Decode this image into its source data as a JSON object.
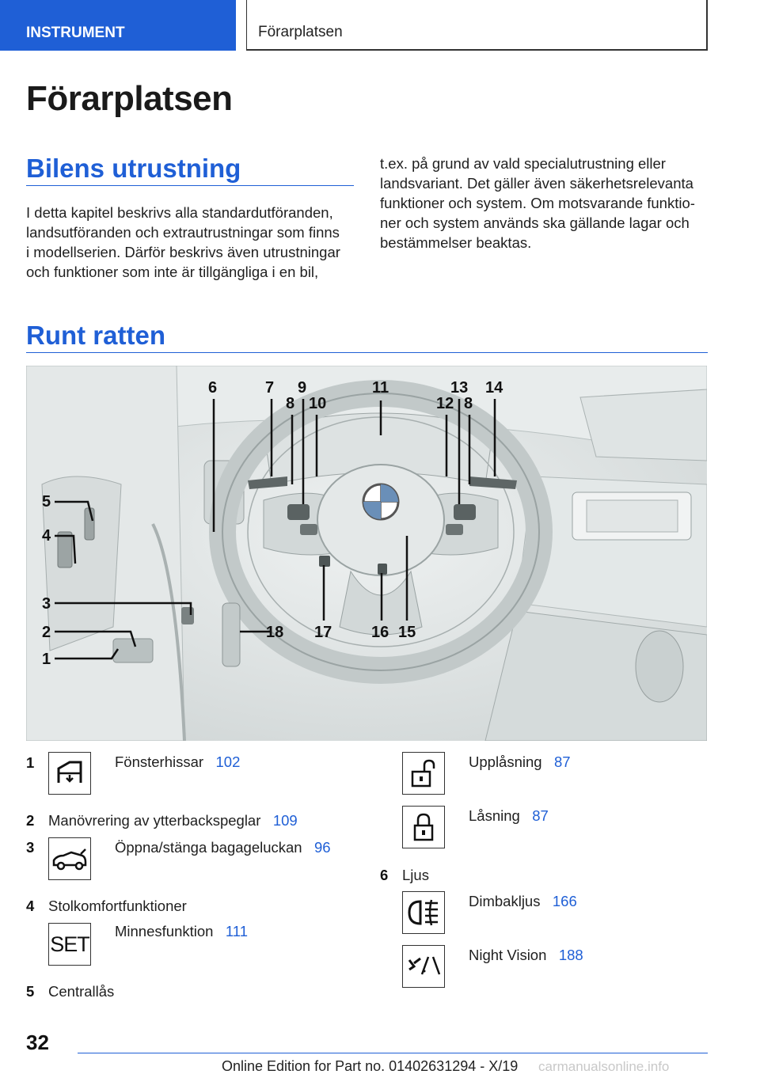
{
  "header": {
    "section": "INSTRUMENT",
    "title": "Förarplatsen"
  },
  "page_title": "Förarplatsen",
  "section1": {
    "heading": "Bilens utrustning",
    "col1_lines": [
      "I detta kapitel beskrivs alla standardutföranden,",
      "landsutföranden och extrautrustningar som finns",
      "i modellserien. Därför beskrivs även utrustningar",
      "och funktioner som inte är tillgängliga i en bil,"
    ],
    "col2_lines": [
      "t.ex. på grund av vald specialutrustning eller",
      "landsvariant. Det gäller även säkerhetsrelevanta",
      "funktioner och system. Om motsvarande funktio-",
      "ner och system används ska gällande lagar och",
      "bestämmelser beaktas."
    ]
  },
  "section2": {
    "heading": "Runt ratten"
  },
  "figure": {
    "callouts": [
      "1",
      "2",
      "3",
      "4",
      "5",
      "6",
      "7",
      "8",
      "9",
      "10",
      "11",
      "12",
      "8",
      "13",
      "14",
      "15",
      "16",
      "17",
      "18"
    ]
  },
  "items_left": [
    {
      "num": "1",
      "label": "Fönsterhissar",
      "page": "102",
      "icon": "window-lift-icon"
    },
    {
      "num": "2",
      "label": "Manövrering av ytterbackspeglar",
      "page": "109"
    },
    {
      "num": "3",
      "label": "Öppna/stänga bagageluckan",
      "page": "96",
      "icon": "trunk-icon"
    },
    {
      "num": "4",
      "label": "Stolkomfortfunktioner"
    },
    {
      "label": "Minnesfunktion",
      "page": "111",
      "icon": "set-icon",
      "icon_text": "SET"
    },
    {
      "num": "5",
      "label": "Centrallås"
    }
  ],
  "items_right": [
    {
      "label": "Upplåsning",
      "page": "87",
      "icon": "unlock-icon"
    },
    {
      "label": "Låsning",
      "page": "87",
      "icon": "lock-icon"
    },
    {
      "num": "6",
      "label": "Ljus"
    },
    {
      "label": "Dimbakljus",
      "page": "166",
      "icon": "rear-fog-light-icon"
    },
    {
      "label": "Night Vision",
      "page": "188",
      "icon": "night-vision-icon"
    }
  ],
  "footer": {
    "page_number": "32",
    "edition": "Online Edition for Part no. 01402631294 - X/19",
    "watermark": "carmanualsonline.info"
  },
  "colors": {
    "accent": "#1f5fd6",
    "figure_bg": "#dfe3e3"
  }
}
